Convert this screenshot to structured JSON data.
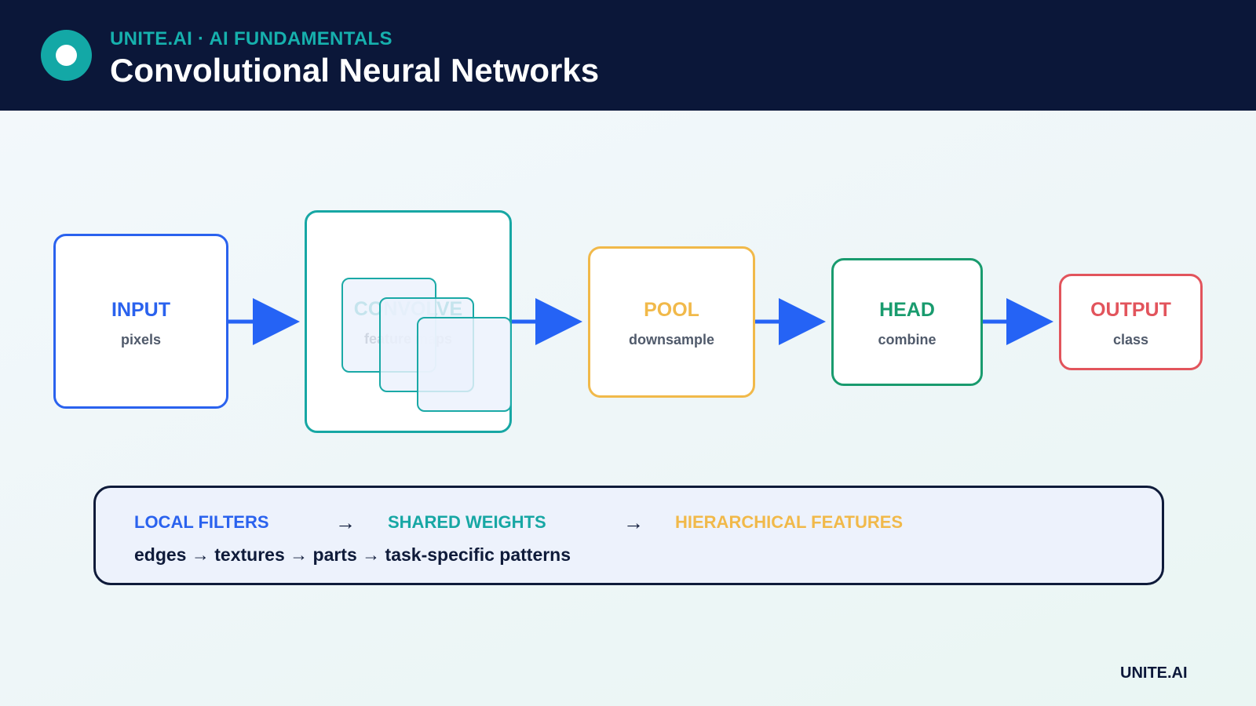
{
  "header": {
    "kicker": "UNITE.AI · AI FUNDAMENTALS",
    "title": "Convolutional Neural Networks",
    "logo_icon": "circle-ring-logo"
  },
  "colors": {
    "header_bg": "#0b1739",
    "teal": "#17a7a4",
    "blue": "#2a62ee",
    "yellow": "#f1b94a",
    "green": "#199b6e",
    "red": "#e2545c",
    "arrow": "#2563f5"
  },
  "stages": {
    "input": {
      "label": "INPUT",
      "sub": "pixels"
    },
    "conv": {
      "label": "CONVOLVE",
      "sub": "feature maps"
    },
    "pool": {
      "label": "POOL",
      "sub": "downsample"
    },
    "head": {
      "label": "HEAD",
      "sub": "combine"
    },
    "output": {
      "label": "OUTPUT",
      "sub": "class"
    }
  },
  "summary": {
    "principle_1": "LOCAL FILTERS",
    "principle_2": "SHARED WEIGHTS",
    "principle_3": "HIERARCHICAL FEATURES",
    "separator": "→",
    "chain": "edges → textures → parts → task-specific patterns"
  },
  "footer": {
    "brand": "UNITE.AI"
  }
}
